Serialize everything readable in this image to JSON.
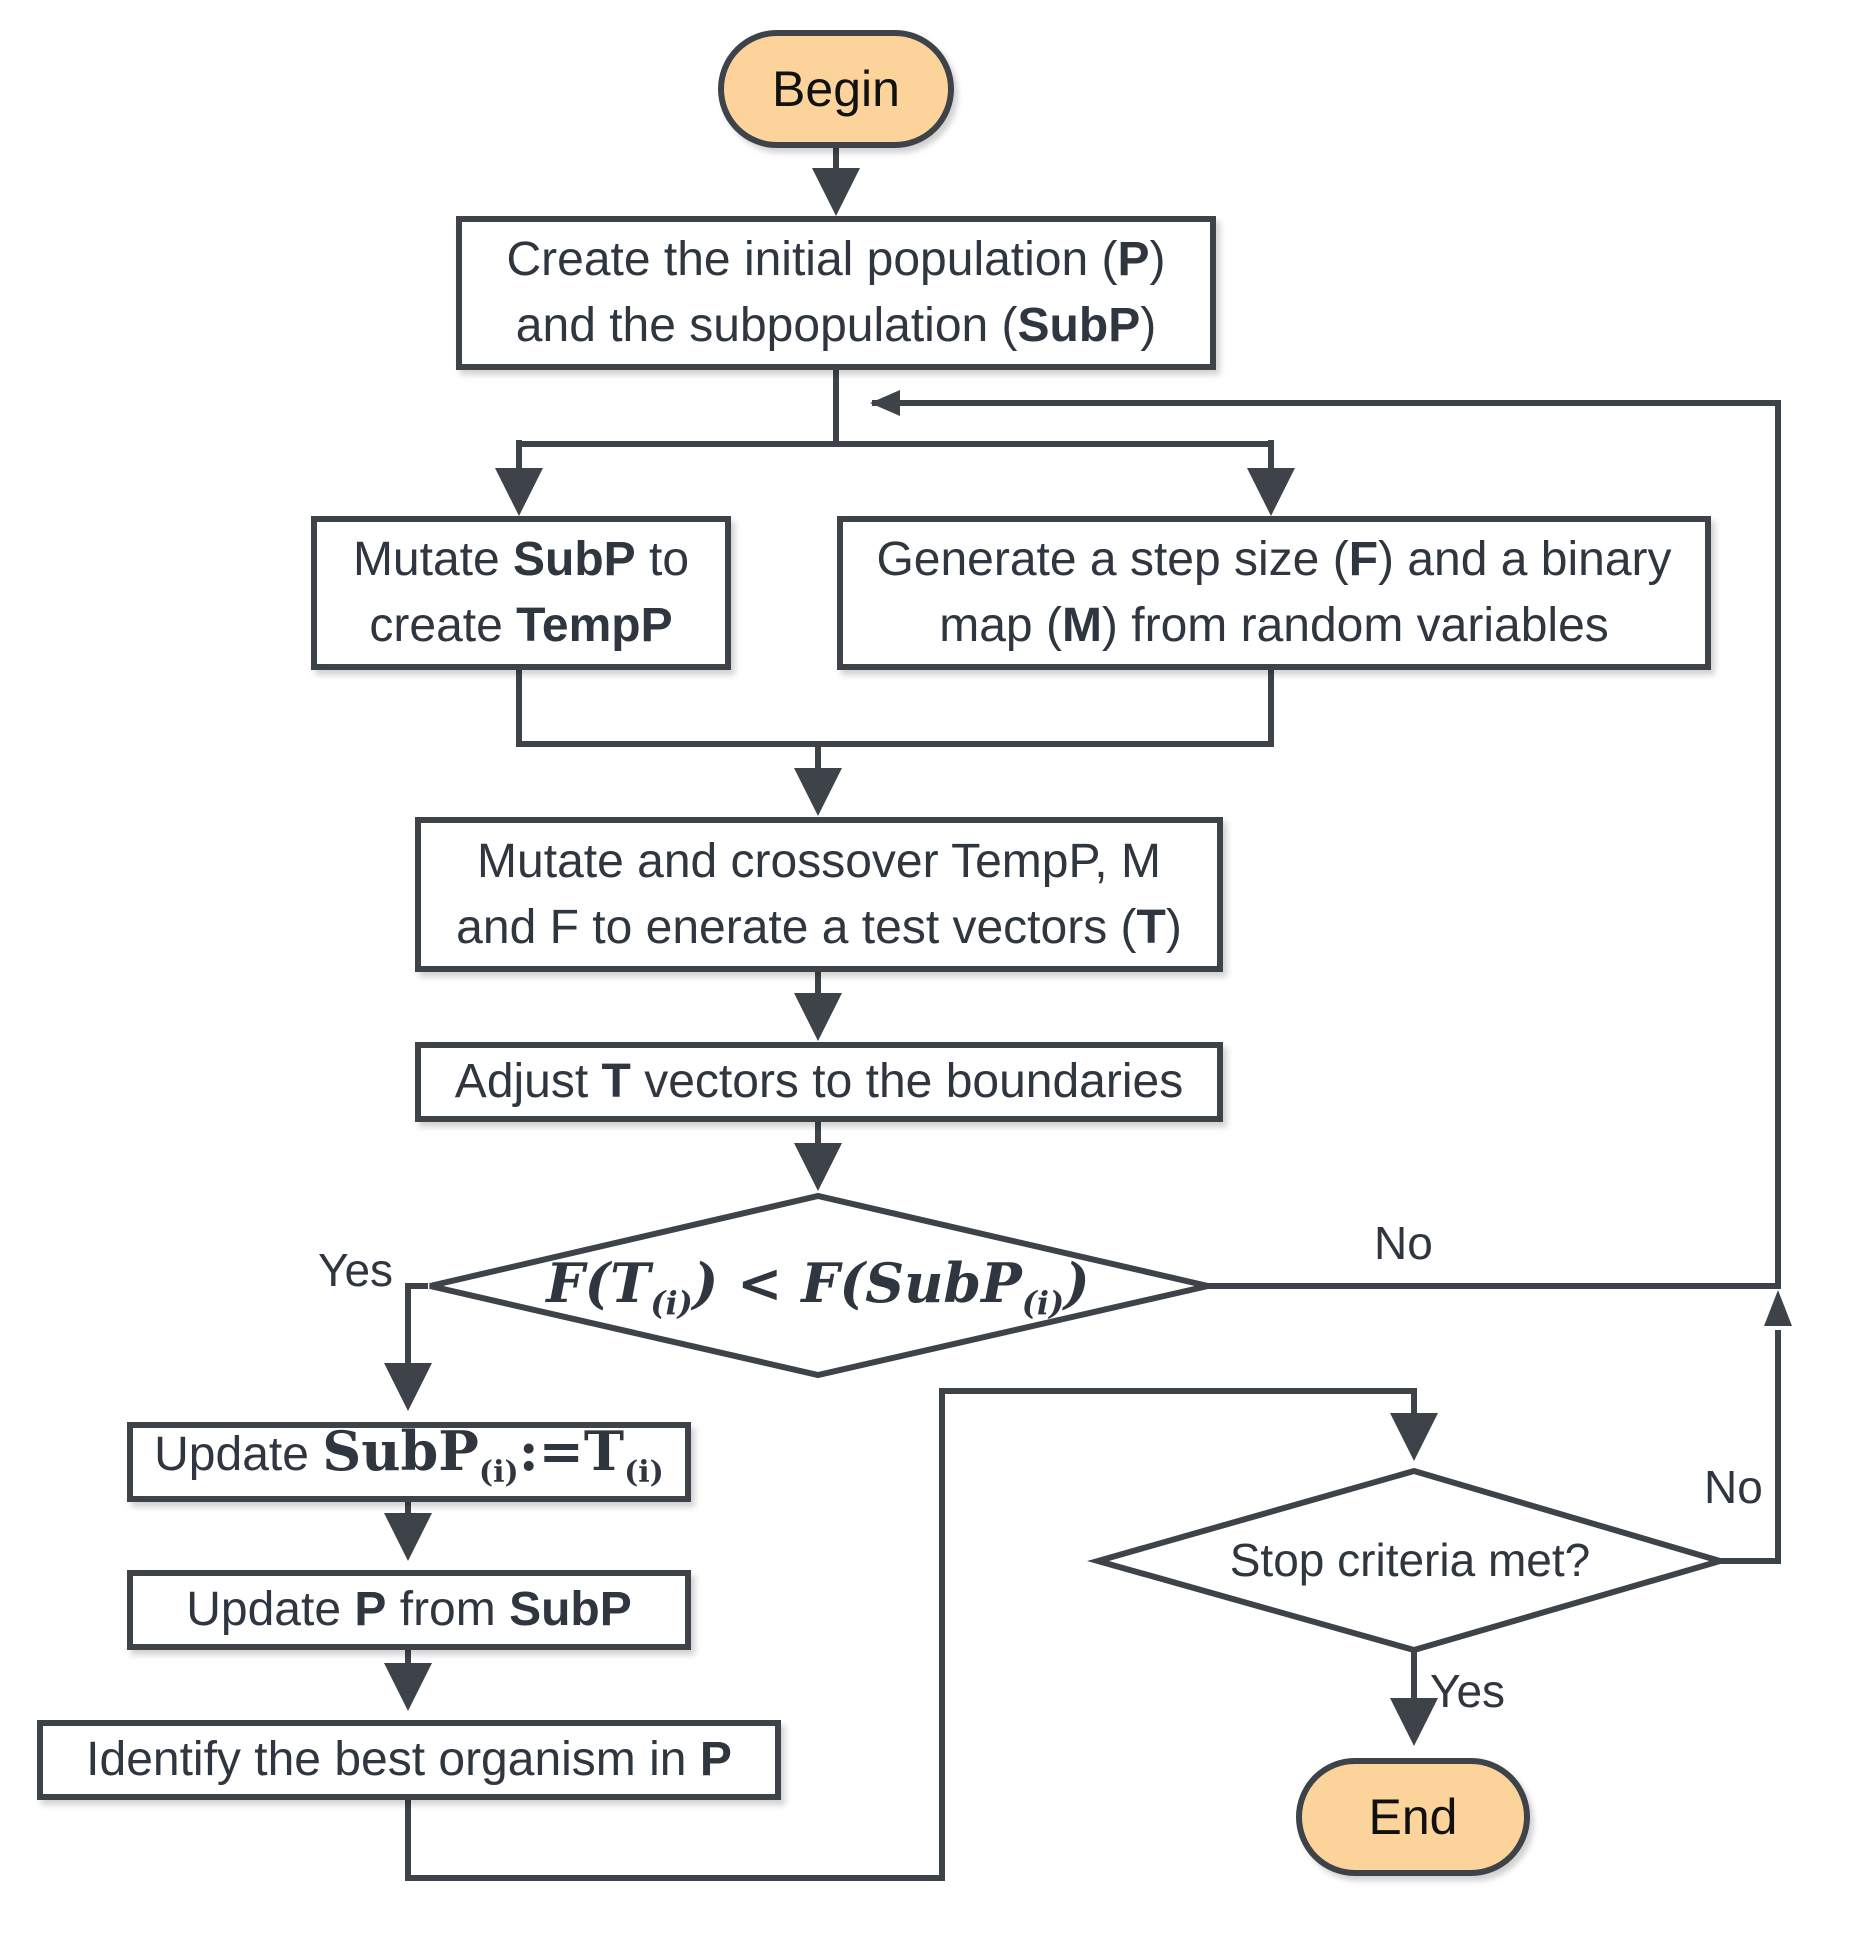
{
  "begin": "Begin",
  "end": "End",
  "init": {
    "line1_a": "Create the initial population (",
    "line1_b": "P",
    "line1_c": ")",
    "line2_a": "and the subpopulation (",
    "line2_b": "SubP",
    "line2_c": ")"
  },
  "mutate": {
    "a": "Mutate ",
    "b": "SubP",
    "c": " to",
    "d": "create ",
    "e": "TempP"
  },
  "generate": {
    "a": "Generate a step size (",
    "b": "F",
    "c": ") and a binary",
    "d": "map (",
    "e": "M",
    "f": ") from random variables"
  },
  "crossover": {
    "line1": "Mutate and crossover TempP, M",
    "line2_a": "and F to enerate a test vectors (",
    "line2_b": "T",
    "line2_c": ")"
  },
  "adjust": {
    "a": "Adjust ",
    "b": "T",
    "c": " vectors to the boundaries"
  },
  "compare": {
    "f1": "F(T",
    "sub1": "(i)",
    "mid": ") < F(SubP",
    "sub2": "(i)",
    "close": ")"
  },
  "update_subp": {
    "a": "Update ",
    "b": "SubP",
    "sub1": "(i)",
    "c": ":=T",
    "sub2": "(i)"
  },
  "update_p": {
    "a": "Update ",
    "b": "P",
    "c": " from ",
    "d": "SubP"
  },
  "identify": {
    "a": "Identify the best organism in ",
    "b": "P"
  },
  "stop": "Stop criteria met?",
  "labels": {
    "yes1": "Yes",
    "no1": "No",
    "no2": "No",
    "yes2": "Yes"
  }
}
